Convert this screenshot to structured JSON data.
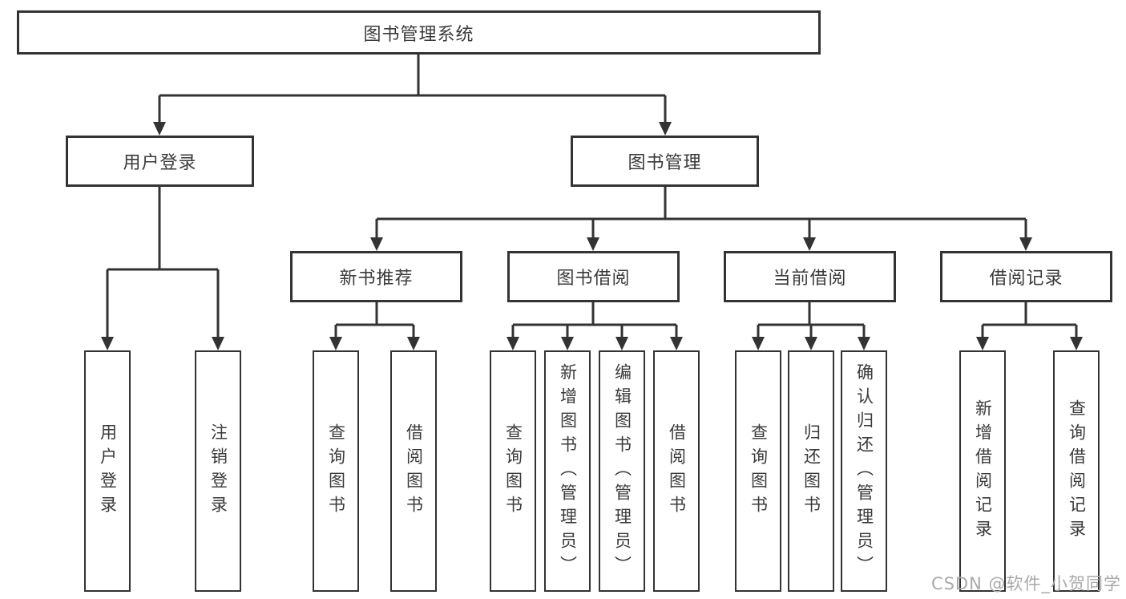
{
  "tree": {
    "label": "图书管理系统",
    "children": [
      {
        "label": "用户登录",
        "children": [
          {
            "label": "用户登录"
          },
          {
            "label": "注销登录"
          }
        ]
      },
      {
        "label": "图书管理",
        "children": [
          {
            "label": "新书推荐",
            "children": [
              {
                "label": "查询图书"
              },
              {
                "label": "借阅图书"
              }
            ]
          },
          {
            "label": "图书借阅",
            "children": [
              {
                "label": "查询图书"
              },
              {
                "label": "新增图书（管理员）"
              },
              {
                "label": "编辑图书（管理员）"
              },
              {
                "label": "借阅图书"
              }
            ]
          },
          {
            "label": "当前借阅",
            "children": [
              {
                "label": "查询图书"
              },
              {
                "label": "归还图书"
              },
              {
                "label": "确认归还（管理员）"
              }
            ]
          },
          {
            "label": "借阅记录",
            "children": [
              {
                "label": "新增借阅记录"
              },
              {
                "label": "查询借阅记录"
              }
            ]
          }
        ]
      }
    ]
  },
  "watermark": {
    "text": "CSDN @软件_小贺同学"
  },
  "colors": {
    "line": "#333333",
    "text": "#3a3a3a",
    "box_background": "#ffffff",
    "watermark_text": "#a9a9a9"
  }
}
